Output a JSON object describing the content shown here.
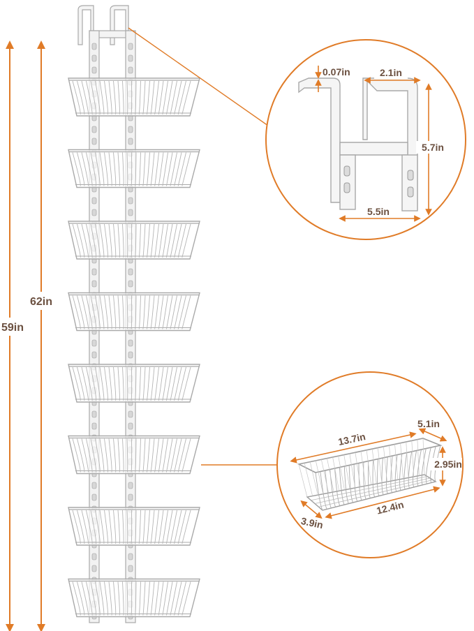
{
  "colors": {
    "accent": "#e07b27",
    "label": "#6b5040",
    "rack": "#f2f2f2",
    "rack_stroke": "#a9a9a9"
  },
  "product": {
    "total_height": "62in",
    "rack_height": "59in",
    "basket_count": 8
  },
  "hook_detail": {
    "thickness": "0.07in",
    "hook_width": "2.1in",
    "hook_height": "5.7in",
    "frame_width": "5.5in"
  },
  "basket_detail": {
    "top_length": "13.7in",
    "depth": "5.1in",
    "height": "2.95in",
    "bottom_depth": "3.9in",
    "bottom_length": "12.4in"
  }
}
